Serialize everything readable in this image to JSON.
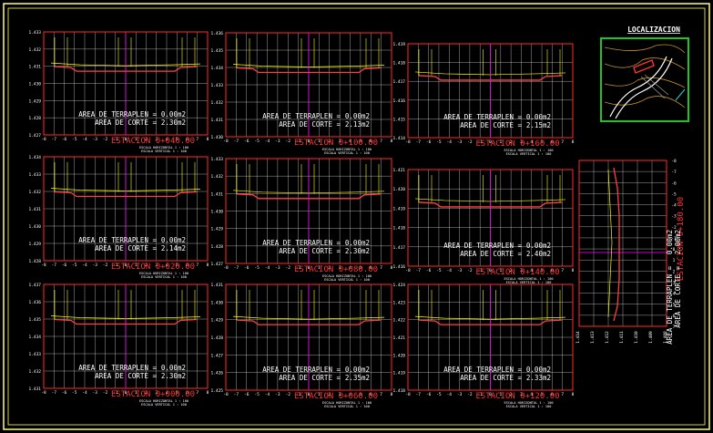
{
  "colors": {
    "background": "#000000",
    "frame": "#ffff66",
    "grid": "#e8e8e8",
    "box": "#ff2a2a",
    "station_label": "#ff3333",
    "areas_text": "#ffffff",
    "axis_text": "#ffffff",
    "terrain_line": "#ffff00",
    "road_line": "#ff4040",
    "centerline": "#ff00ff",
    "vertical_marks": "#ffff00",
    "location_border": "#22c322"
  },
  "location": {
    "title": "LOCALIZACION",
    "map_icon": "topographic-map-icon"
  },
  "area_labels": {
    "fill": "AREA DE TERRAPLEN =",
    "cut": "AREA DE CORTE ="
  },
  "scale_labels": {
    "horizontal": "ESCALA HORIZONTAL 1 : 100",
    "vertical": "ESCALA VERTICAL 1 : 100"
  },
  "x_tick_labels": [
    "-8",
    "-7",
    "-6",
    "-5",
    "-4",
    "-3",
    "-2",
    "-1",
    "0",
    "1",
    "2",
    "3",
    "4",
    "5",
    "6",
    "7",
    "8"
  ],
  "sections": [
    {
      "station": "ESTACION 0+040.00",
      "fill_area": "0.00m2",
      "cut_area": "2.30m2",
      "y_ticks": [
        "1.433",
        "1.432",
        "1.431",
        "1.430",
        "1.429",
        "1.428",
        "1.427"
      ]
    },
    {
      "station": "ESTACION 0+100.00",
      "fill_area": "0.00m2",
      "cut_area": "2.13m2",
      "y_ticks": [
        "1.436",
        "1.435",
        "1.434",
        "1.433",
        "1.432",
        "1.431",
        "1.430"
      ]
    },
    {
      "station": "ESTACION 0+160.00",
      "fill_area": "0.00m2",
      "cut_area": "2.15m2",
      "y_ticks": [
        "1.419",
        "1.418",
        "1.417",
        "1.416",
        "1.415",
        "1.414"
      ]
    },
    {
      "station": "ESTACION 0+020.00",
      "fill_area": "0.00m2",
      "cut_area": "2.14m2",
      "y_ticks": [
        "1.434",
        "1.433",
        "1.432",
        "1.431",
        "1.430",
        "1.429",
        "1.428"
      ]
    },
    {
      "station": "ESTACION 0+080.00",
      "fill_area": "0.00m2",
      "cut_area": "2.30m2",
      "y_ticks": [
        "1.433",
        "1.432",
        "1.431",
        "1.430",
        "1.429",
        "1.428",
        "1.427"
      ]
    },
    {
      "station": "ESTACION 0+140.00",
      "fill_area": "0.00m2",
      "cut_area": "2.40m2",
      "y_ticks": [
        "1.421",
        "1.420",
        "1.419",
        "1.418",
        "1.417",
        "1.416"
      ]
    },
    {
      "station": "ESTACION 0+000.00",
      "fill_area": "0.00m2",
      "cut_area": "2.30m2",
      "y_ticks": [
        "1.437",
        "1.436",
        "1.435",
        "1.434",
        "1.433",
        "1.432",
        "1.431"
      ]
    },
    {
      "station": "ESTACION 0+060.00",
      "fill_area": "0.00m2",
      "cut_area": "2.35m2",
      "y_ticks": [
        "1.431",
        "1.430",
        "1.429",
        "1.428",
        "1.427",
        "1.426",
        "1.425"
      ]
    },
    {
      "station": "ESTACION 0+120.00",
      "fill_area": "0.00m2",
      "cut_area": "2.33m2",
      "y_ticks": [
        "1.424",
        "1.423",
        "1.422",
        "1.421",
        "1.420",
        "1.419",
        "1.418"
      ]
    }
  ],
  "rotated_section": {
    "station": "ESTACION 0+180.00",
    "fill_area": "0.00m2",
    "cut_area": "2.00m2",
    "side_ticks": [
      "-8",
      "-7",
      "-6",
      "-5",
      "-4",
      "-3",
      "-2",
      "-1",
      "0",
      "1",
      "2",
      "3",
      "4",
      "5",
      "6",
      "7"
    ],
    "bottom_ticks": [
      "1.414",
      "1.413",
      "1.412",
      "1.411",
      "1.410",
      "1.409",
      "1.408"
    ]
  }
}
